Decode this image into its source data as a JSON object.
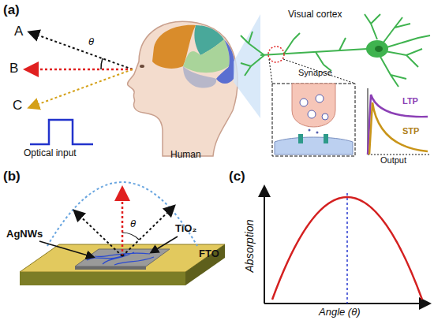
{
  "diagram": {
    "labels": [
      "(a)",
      "A",
      "B",
      "C",
      "θ",
      "Optical input",
      "Human",
      "Visual cortex",
      "Synapse",
      "LTP",
      "STP",
      "Output",
      "(b)",
      "AgNWs",
      "TiO₂",
      "FTO",
      "θ",
      "(c)",
      "Absorption",
      "Angle (θ)"
    ]
  }
}
